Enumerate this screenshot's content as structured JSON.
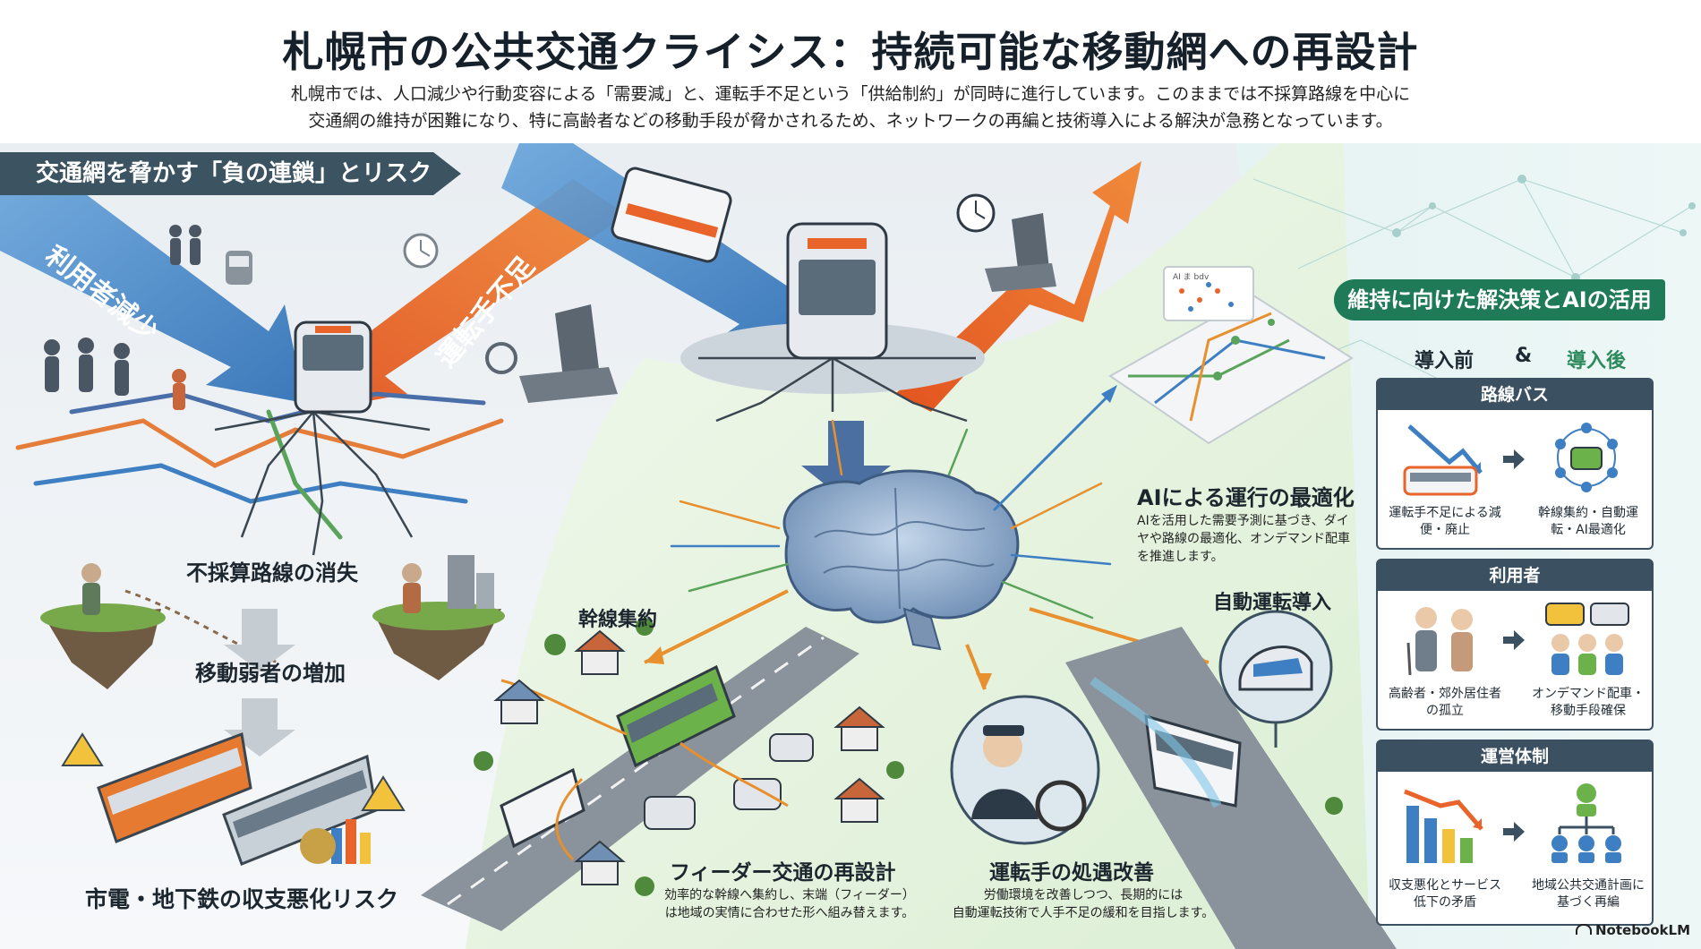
{
  "header": {
    "title": "札幌市の公共交通クライシス：持続可能な移動網への再設計",
    "subtitle_line1": "札幌市では、人口減少や行動変容による「需要減」と、運転手不足という「供給制約」が同時に進行しています。このままでは不採算路線を中心に",
    "subtitle_line2": "交通網の維持が困難になり、特に高齢者などの移動手段が脅かされるため、ネットワークの再編と技術導入による解決が急務となっています。"
  },
  "left_section": {
    "badge": "交通網を脅かす「負の連鎖」とリスク",
    "arrow_demand": "利用者減少",
    "arrow_supply": "運転手不足",
    "risk1": "不採算路線の消失",
    "risk2": "移動弱者の増加",
    "risk3": "市電・地下鉄の収支悪化リスク"
  },
  "center": {
    "ai_optimization": {
      "title": "AIによる運行の最適化",
      "desc": "AIを活用した需要予測に基づき、ダイヤや路線の最適化、オンデマンド配車を推進します。"
    },
    "trunk": "幹線集約",
    "feeder": {
      "title": "フィーダー交通の再設計",
      "desc1": "効率的な幹線へ集約し、末端（フィーダー）",
      "desc2": "は地域の実情に合わせた形へ組み替えます。"
    },
    "autonomous": "自動運転導入",
    "driver": {
      "title": "運転手の処遇改善",
      "desc1": "労働環境を改善しつつ、長期的には",
      "desc2": "自動運転技術で人手不足の緩和を目指します。"
    },
    "mini_dashboard": "AI ま bdv"
  },
  "right_section": {
    "badge": "維持に向けた解決策とAIの活用",
    "before_label": "導入前",
    "amp": "&",
    "after_label": "導入後",
    "panels": [
      {
        "title": "路線バス",
        "before": "運転手不足による減便・廃止",
        "after": "幹線集約・自動運転・AI最適化"
      },
      {
        "title": "利用者",
        "before": "高齢者・郊外居住者の孤立",
        "after": "オンデマンド配車・移動手段確保"
      },
      {
        "title": "運営体制",
        "before": "収支悪化とサービス低下の矛盾",
        "after": "地域公共交通計画に基づく再編"
      }
    ]
  },
  "footer": {
    "logo": "NotebookLM"
  },
  "colors": {
    "blue": "#3d7fc2",
    "orange": "#e8642a",
    "green": "#2c8a5c",
    "slate": "#3b5060"
  }
}
